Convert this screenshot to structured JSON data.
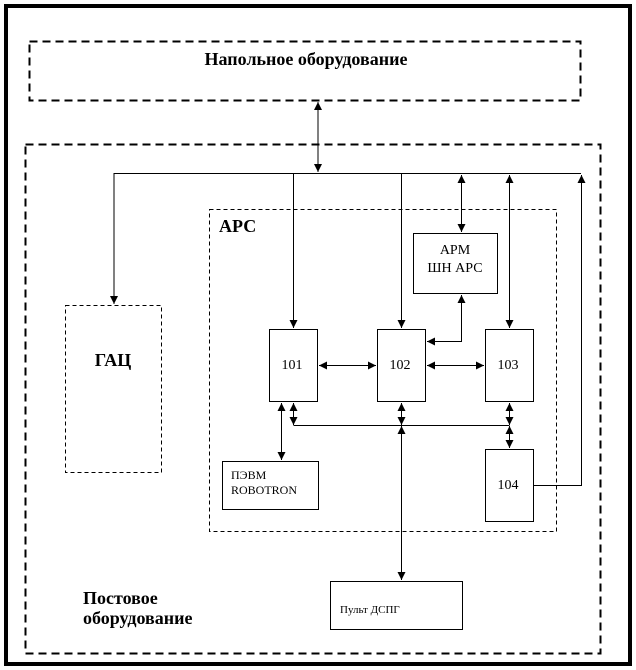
{
  "diagram": {
    "floor_equipment": {
      "label": "Напольное оборудование"
    },
    "post_equipment": {
      "label_line1": "Постовое",
      "label_line2": "оборудование"
    },
    "arc_group": {
      "label": "АРС"
    },
    "gac": {
      "label": "ГАЦ"
    },
    "arm": {
      "label_line1": "АРМ",
      "label_line2": "ШН АРС"
    },
    "block_101": {
      "label": "101"
    },
    "block_102": {
      "label": "102"
    },
    "block_103": {
      "label": "103"
    },
    "block_104": {
      "label": "104"
    },
    "pevm": {
      "label_line1": "ПЭВМ",
      "label_line2": "ROBOTRON"
    },
    "pult": {
      "label": "Пульт ДСПГ"
    },
    "colors": {
      "stroke": "#000000",
      "background": "#ffffff"
    }
  }
}
